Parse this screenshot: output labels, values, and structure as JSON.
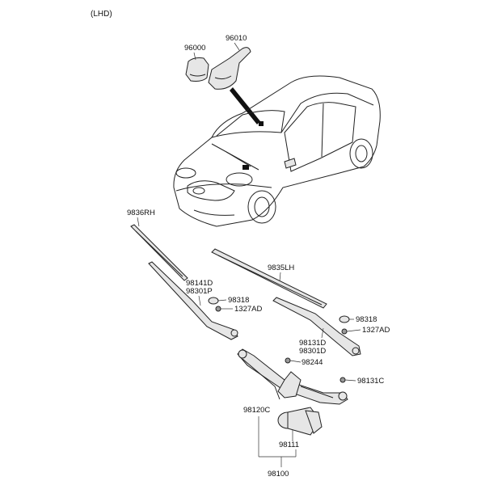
{
  "header": {
    "variant": "(LHD)"
  },
  "labels": {
    "p96000": "96000",
    "p96010": "96010",
    "p9836RH": "9836RH",
    "p9835LH": "9835LH",
    "p98141D": "98141D",
    "p98301P": "98301P",
    "p98318a": "98318",
    "p1327ADa": "1327AD",
    "p98318b": "98318",
    "p1327ADb": "1327AD",
    "p98131D": "98131D",
    "p98301D": "98301D",
    "p98244": "98244",
    "p98131C": "98131C",
    "p98120C": "98120C",
    "p98111": "98111",
    "p98100": "98100"
  }
}
